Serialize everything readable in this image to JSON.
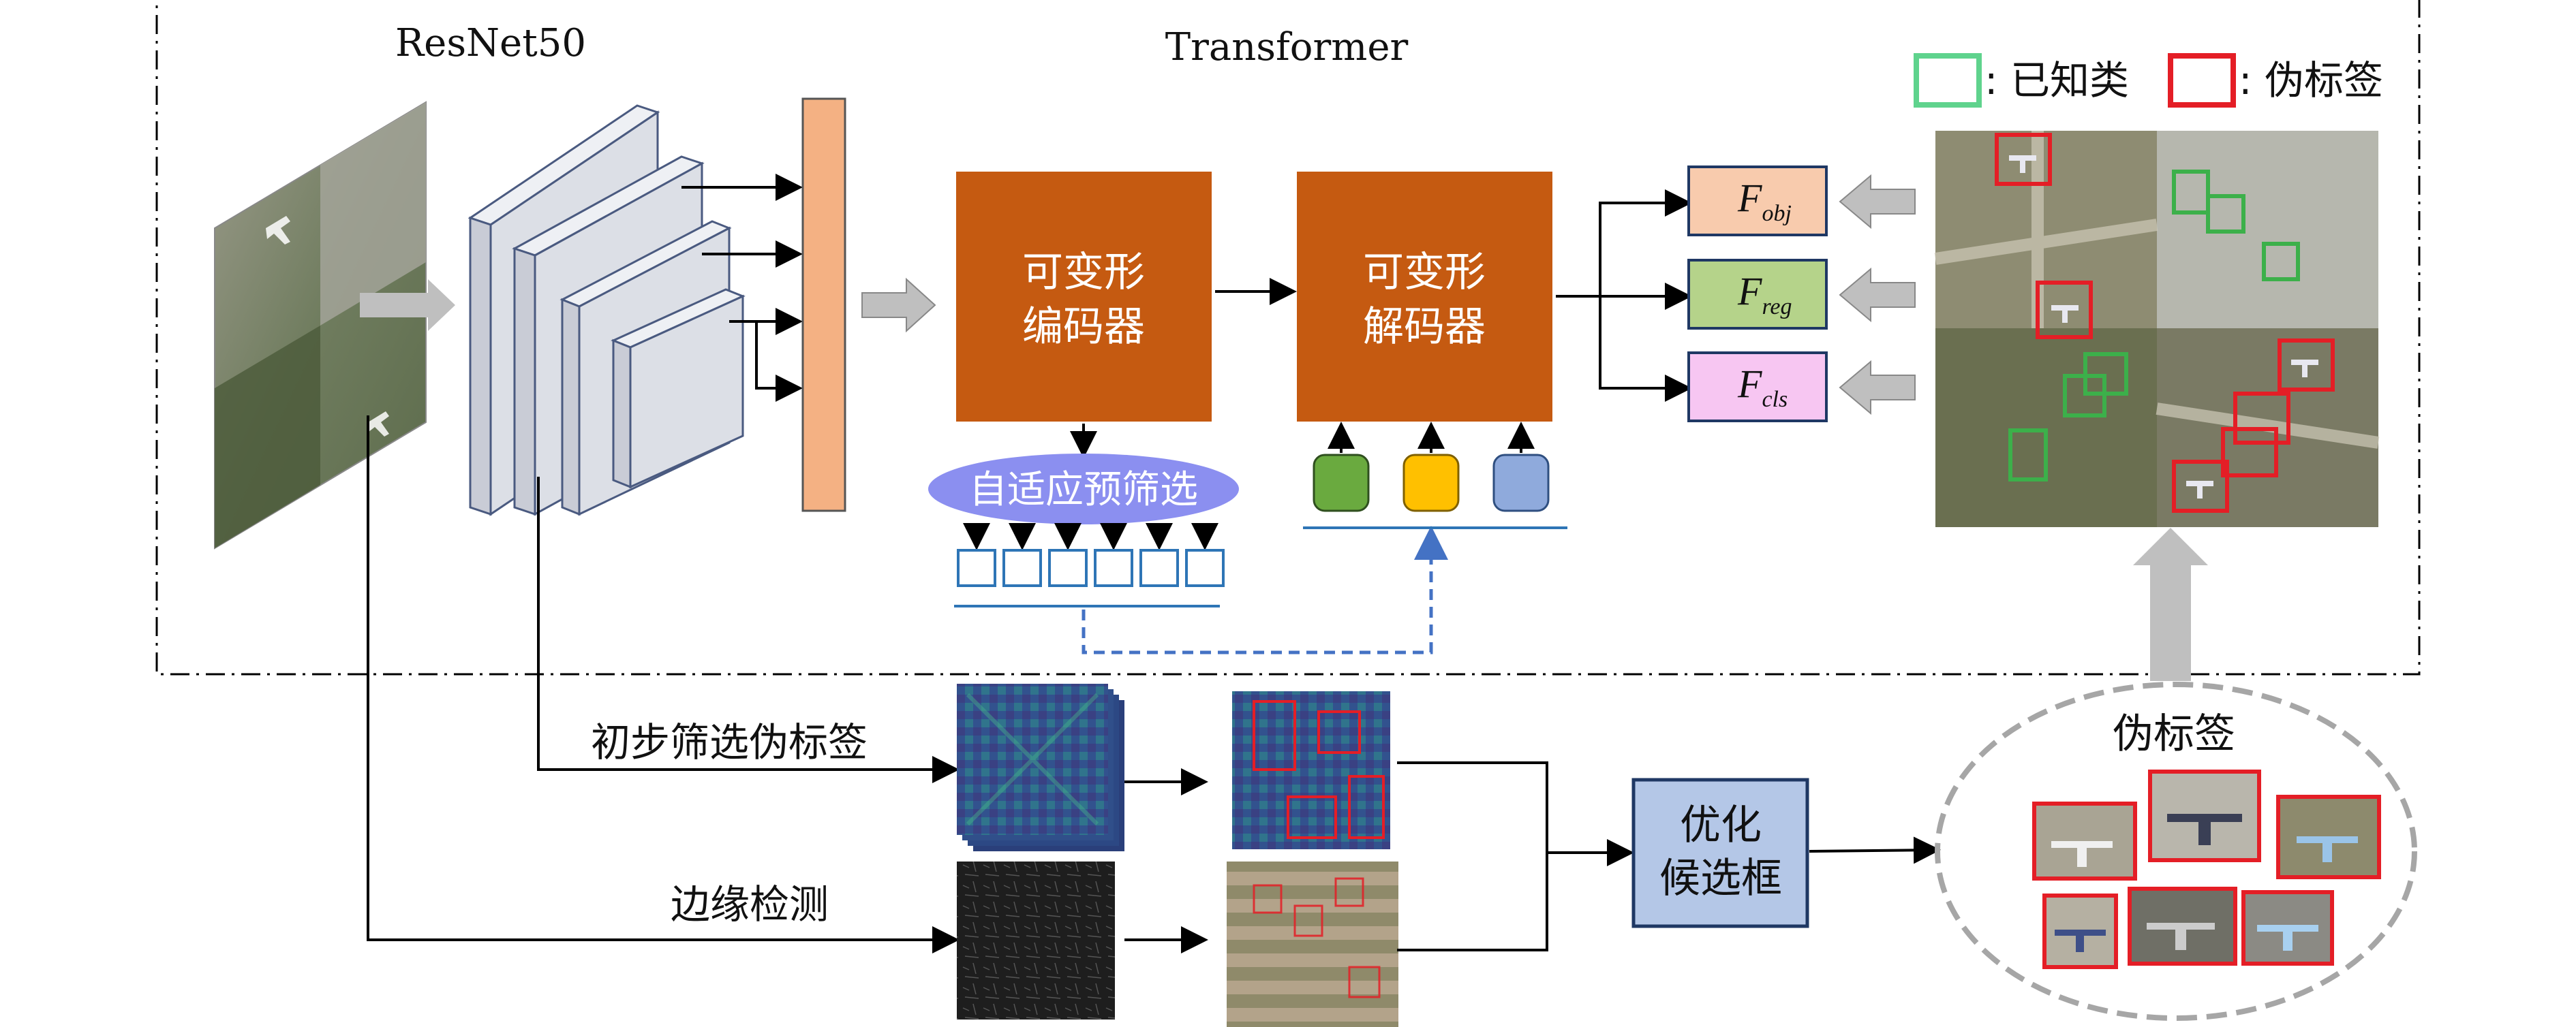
{
  "titles": {
    "resnet": "ResNet50",
    "transformer": "Transformer"
  },
  "legend": {
    "known_label": ": 已知类",
    "pseudo_label": ": 伪标签",
    "known_color": "#5fd38d",
    "pseudo_color": "#e41e26"
  },
  "encoder": {
    "line1": "可变形",
    "line2": "编码器",
    "color": "#c55a11"
  },
  "decoder": {
    "line1": "可变形",
    "line2": "解码器",
    "color": "#c55a11"
  },
  "prefilter": {
    "label": "自适应预筛选",
    "color": "#8b8ff0"
  },
  "heads": [
    {
      "main": "F",
      "sub": "obj",
      "color": "#f8cbad"
    },
    {
      "main": "F",
      "sub": "reg",
      "color": "#b5d38a"
    },
    {
      "main": "F",
      "sub": "cls",
      "color": "#f7c6f2"
    }
  ],
  "queries": [
    {
      "color": "#6aaa3f"
    },
    {
      "color": "#ffc000"
    },
    {
      "color": "#8faadc"
    }
  ],
  "bottom": {
    "branch1_label": "初步筛选伪标签",
    "branch2_label": "边缘检测",
    "optimize_line1": "优化",
    "optimize_line2": "候选框",
    "optimize_color": "#b4c7e7",
    "pseudo_title": "伪标签"
  },
  "colors": {
    "feature_bar": "#f4b183",
    "arrow_gray": "#bfbfbf",
    "dashed_blue": "#4472c4"
  }
}
